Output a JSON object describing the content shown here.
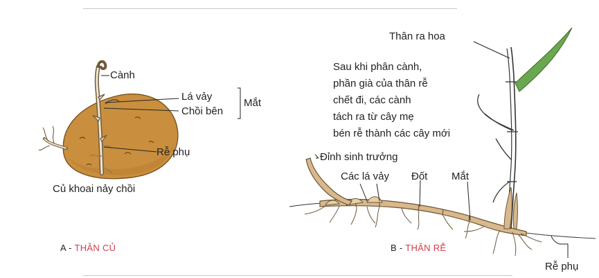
{
  "panel_a": {
    "labels": {
      "canh": "Cành",
      "la_vay": "Lá vảy",
      "choi_ben": "Chồi bên",
      "mat": "Mắt",
      "re_phu": "Rễ phụ",
      "caption": "Củ khoai nảy chồi"
    },
    "figure_prefix": "A - ",
    "figure_title": "THÂN CỦ"
  },
  "panel_b": {
    "labels": {
      "than_ra_hoa": "Thân ra hoa",
      "note": "Sau khi phân cành,\nphần già của thân rễ\nchết đi, các cành\ntách ra từ cây mẹ\nbén rễ thành các cây mới",
      "dinh_sinh_truong": "Đỉnh sinh trưởng",
      "cac_la_vay": "Các lá vảy",
      "dot": "Đốt",
      "mat": "Mắt",
      "re_phu": "Rễ phụ"
    },
    "figure_prefix": "B - ",
    "figure_title": "THÂN RỄ"
  },
  "colors": {
    "tuber": "#c98f3e",
    "tuber_edge": "#7a5220",
    "rhizome": "#d9b88c",
    "leaf": "#5f9e3a",
    "caption_accent": "#d83a4a"
  }
}
